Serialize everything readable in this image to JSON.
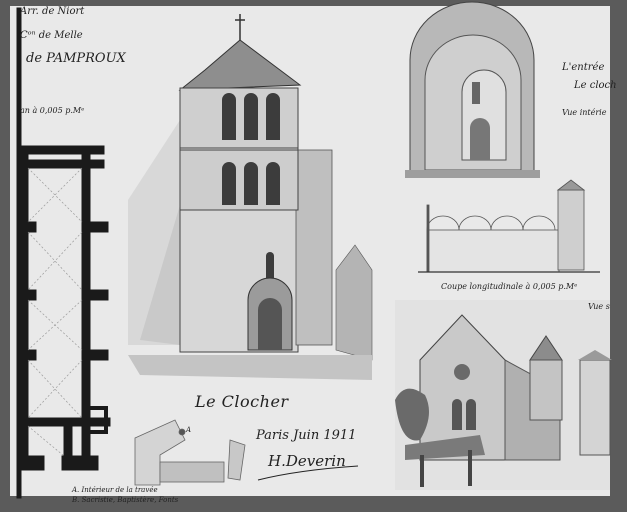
{
  "header": {
    "line_top": "Arr. de Niort",
    "line_canton": "Cᵒⁿ de Melle",
    "line_commune": "de PAMPROUX",
    "scale": "an à 0,005 p.Mᵉ"
  },
  "right_notes": {
    "entree": "L'entrée",
    "clocher": "Le cloch",
    "vue_interieure": "Vue intérie",
    "vue_fragment": "Vue s"
  },
  "captions": {
    "coupe": "Coupe longitudinale à 0,005 p.Mᵉ",
    "title": "Le Clocher",
    "place_date": "Paris Juin 1911",
    "signature": "H.Deverin",
    "plan_note_1": "A. Intérieur de la travée",
    "plan_note_2": "B. Sacristie, Baptistère, Fonts",
    "plan_marker_a": "A"
  },
  "colors": {
    "mount": "#5b5b5b",
    "paper": "#e9e9e9",
    "ink": "#222222",
    "wash": "#bdbdbd"
  }
}
